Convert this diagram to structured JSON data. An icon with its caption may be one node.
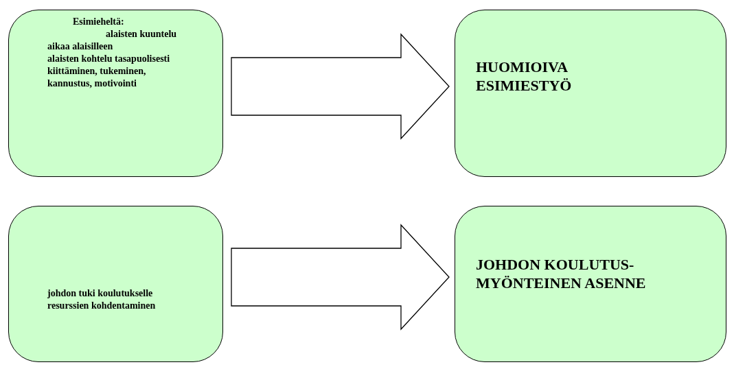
{
  "diagram": {
    "nodes": [
      {
        "text": [
          "Esimieheltä:",
          "alaisten kuuntelu",
          "aikaa alaisilleen",
          "alaisten kohtelu tasapuolisesti",
          "kiittäminen, tukeminen, kannustus, motivointi"
        ]
      },
      {
        "text": [
          "HUOMIOIVA ESIMIESTYÖ"
        ]
      },
      {
        "text": [
          "johdon tuki koulutukselle",
          "resurssien kohdentaminen"
        ]
      },
      {
        "text": [
          "JOHDON KOULUTUS-MYÖNTEINEN ASENNE"
        ]
      }
    ],
    "edges": [
      {
        "from": 0,
        "to": 1,
        "arrow": "to"
      },
      {
        "from": 2,
        "to": 3,
        "arrow": "to"
      }
    ]
  }
}
